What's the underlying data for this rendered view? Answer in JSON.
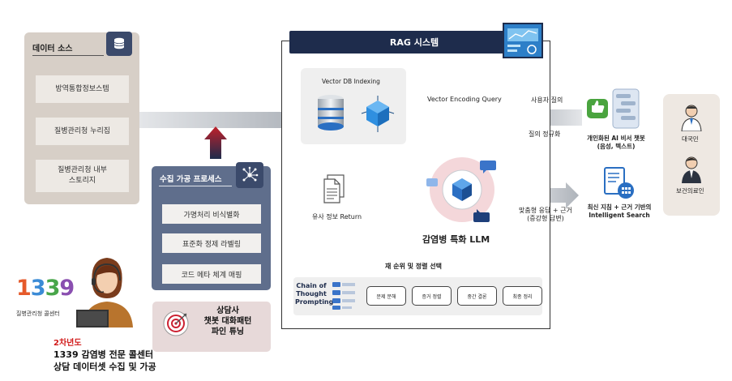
{
  "data_source": {
    "title": "데이터 소스",
    "items": [
      "방역통합정보스템",
      "질병관리청 누리집",
      "질병관리청 내부\n스토리지"
    ]
  },
  "process": {
    "title": "수집 가공 프로세스",
    "items": [
      "가명처리 비식별화",
      "표준화 정제 라벨링",
      "코드 메타 체계 매핑"
    ]
  },
  "tuning": {
    "text": "상담사\n챗봇 대화패턴\n파인 튜닝"
  },
  "callcenter": {
    "logo_number": "1339",
    "logo_caption": "질병관리청 콜센터",
    "year_label": "2차년도",
    "line1": "1339 감염병 전문 콜센터",
    "line2": "상담 데이터셋 수집 및 가공"
  },
  "rag": {
    "title": "RAG 시스템",
    "vector_db": "Vector DB Indexing",
    "encoding_query": "Vector Encoding Query",
    "similar_return": "유사 정보 Return",
    "llm_title": "감염병 특화 LLM",
    "rerank": "재 순위 및 정렬 선택",
    "cot_label": "Chain of\nThought\nPrompting",
    "cot_steps": [
      "문제 분해",
      "증거 정렬",
      "중간 결론",
      "최종 정리"
    ]
  },
  "flows": {
    "user_query": "사용자 질의",
    "query_normalize": "질의 정규화",
    "answer": "맞춤형 응답 + 근거\n(증강형 답변)"
  },
  "services": {
    "chatbot": "개인화된 AI 비서 챗봇\n(음성, 텍스트)",
    "search": "최신 지침 + 근거 기반의\nIntelligent Search"
  },
  "users": {
    "citizen": "대국민",
    "medical": "보건의료인"
  },
  "colors": {
    "navy": "#1e2c4c",
    "slate": "#5f6e8c",
    "accent_red": "#d11a1a",
    "arrow_gray": "#c9cdd2"
  },
  "icons": [
    "database-icon",
    "network-icon",
    "server-icon",
    "cube-icon",
    "document-icon",
    "target-icon",
    "dashboard-icon",
    "chat-icon",
    "search-document-icon",
    "doctor-icon",
    "citizen-icon",
    "headset-agent-icon"
  ]
}
